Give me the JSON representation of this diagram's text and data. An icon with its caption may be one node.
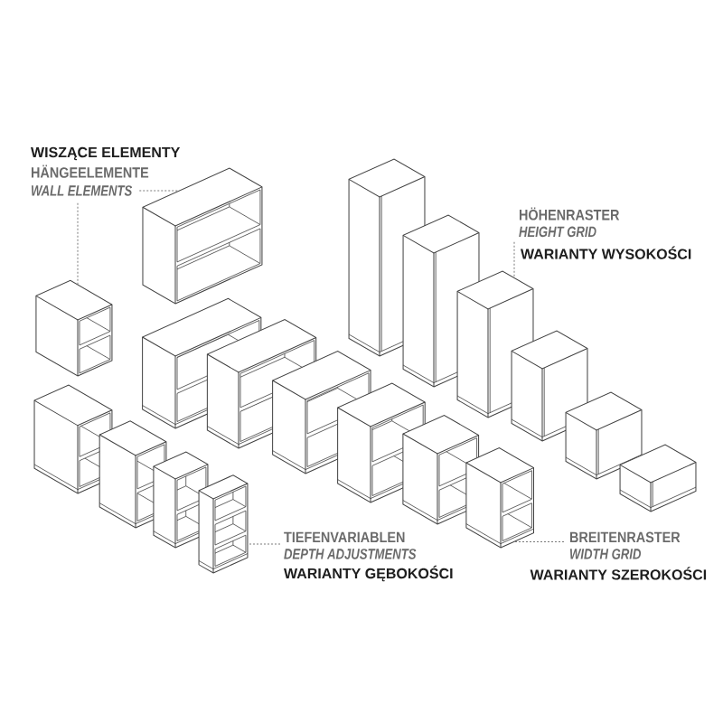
{
  "diagram": {
    "nodes": [
      {
        "text": [
          "WISZĄCE ELEMENTY",
          "HÄNGEELEMENTE",
          "WALL ELEMENTS"
        ]
      },
      {
        "text": [],
        "shape": "box"
      },
      {
        "text": [],
        "shape": "box"
      },
      {
        "text": [
          "HÖHENRASTER",
          "HEIGHT GRID",
          "WARIANTY WYSOKOŚCI"
        ]
      },
      {
        "text": [],
        "shape": "box"
      },
      {
        "text": [],
        "shape": "box"
      },
      {
        "text": [],
        "shape": "box"
      },
      {
        "text": [],
        "shape": "box"
      },
      {
        "text": [],
        "shape": "box"
      },
      {
        "text": [],
        "shape": "box"
      },
      {
        "text": [],
        "shape": "box"
      },
      {
        "text": [],
        "shape": "box"
      },
      {
        "text": [],
        "shape": "box"
      },
      {
        "text": [],
        "shape": "box"
      },
      {
        "text": [],
        "shape": "box"
      },
      {
        "text": [],
        "shape": "box"
      },
      {
        "text": [],
        "shape": "box"
      },
      {
        "text": [],
        "shape": "box"
      },
      {
        "text": [],
        "shape": "box"
      },
      {
        "text": [],
        "shape": "box"
      },
      {
        "text": [
          "TIEFENVARIABLEN",
          "DEPTH ADJUSTMENTS",
          "WARIANTY GĘBOKOŚCI"
        ]
      },
      {
        "text": [
          "BREITENRASTER",
          "WIDTH GRID",
          "WARIANTY SZEROKOŚCI"
        ]
      }
    ],
    "edges": [
      {
        "from": 0,
        "to": 1,
        "arrow": "none",
        "style": "dashed"
      },
      {
        "from": 0,
        "to": 2,
        "arrow": "none",
        "style": "dashed"
      },
      {
        "from": 3,
        "to": 6,
        "arrow": "none",
        "style": "dashed"
      },
      {
        "from": 20,
        "to": 19,
        "arrow": "none",
        "style": "dashed"
      },
      {
        "from": 21,
        "to": 15,
        "arrow": "none",
        "style": "dashed"
      }
    ]
  }
}
